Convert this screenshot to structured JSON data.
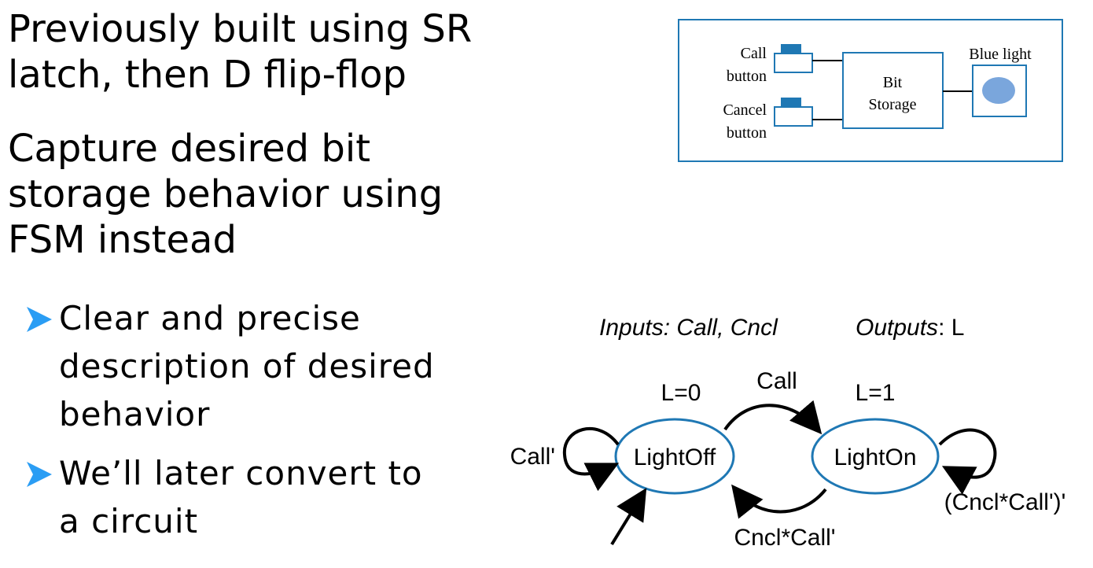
{
  "bullets": [
    {
      "lines": [
        "Previously built using SR",
        "latch, then D flip-flop"
      ]
    },
    {
      "lines": [
        "Capture desired bit",
        "storage behavior using",
        "FSM instead"
      ]
    }
  ],
  "subbullets": [
    {
      "lines": [
        "Clear and precise",
        "description of desired",
        "behavior"
      ]
    },
    {
      "lines": [
        "We’ll later convert to",
        "a circuit"
      ]
    }
  ],
  "block_diagram": {
    "call_button_line1": "Call",
    "call_button_line2": "button",
    "cancel_button_line1": "Cancel",
    "cancel_button_line2": "button",
    "bit_storage_line1": "Bit",
    "bit_storage_line2": "Storage",
    "blue_light": "Blue light",
    "colors": {
      "border": "#1f78b4",
      "button_cap": "#1f78b4",
      "light": "#7aa6dc"
    }
  },
  "fsm": {
    "inputs_label": "Inputs: Call, Cncl",
    "outputs_label": "Outputs",
    "outputs_value": ": L",
    "state_off": "LightOff",
    "state_on": "LightOn",
    "out_off": "L=0",
    "out_on": "L=1",
    "t_off_on": "Call",
    "t_on_off": "Cncl*Call'",
    "t_off_self": "Call'",
    "t_on_self": "(Cncl*Call')'",
    "colors": {
      "state_border": "#1f78b4"
    }
  }
}
